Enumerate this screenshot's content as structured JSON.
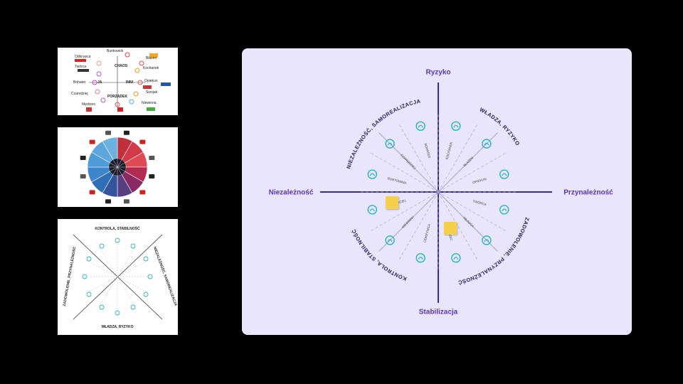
{
  "board": {
    "axes": {
      "top": "Ryzyko",
      "bottom": "Stabilizacja",
      "left": "Niezależność",
      "right": "Przynależność"
    },
    "quadrants": {
      "top_left": "NIEZALEŻNOŚĆ, SAMOREALIZACJA",
      "top_right": "WŁADZA, RYZYKO",
      "bottom_right": "ZADOWOLENIE, PRZYNALEŻNOŚĆ",
      "bottom_left": "KONTROLA, STABILNOŚĆ"
    },
    "archetypes": [
      "BUNTOWNIK",
      "CZARODZIEJ",
      "BOHATER",
      "KOCHANEK",
      "BŁAZEN",
      "OPIEKUN",
      "TWÓRCA",
      "WŁADCA",
      "MĘDRZEC",
      "ODKRYWCA",
      "NIEWINNY",
      "PRZYJACIEL"
    ],
    "colors": {
      "background": "#e8e5fc",
      "axis": "#3a27a8",
      "axis_label": "#5a34c6",
      "icon": "#1fb8c4",
      "sticky_note": "#f6d04a"
    }
  },
  "thumbnails": {
    "thumb1": {
      "labels": [
        "Buntownik",
        "Błazen",
        "Odkrywca",
        "Kochanek",
        "Twórca",
        "CHAOS",
        "JA",
        "INNI",
        "Opiekun",
        "Bohater",
        "Czarodziej",
        "PORZĄDEK",
        "Swojak",
        "Mędrzec",
        "Niewinna"
      ]
    },
    "thumb3": {
      "titles": [
        "KONTROLA, STABILNOŚĆ",
        "NIEZALEŻNOŚĆ, SAMOREALIZACJA",
        "WŁADZA, RYZYKO",
        "ZADOWOLENIE, PRZYNALEŻNOŚĆ"
      ]
    }
  }
}
